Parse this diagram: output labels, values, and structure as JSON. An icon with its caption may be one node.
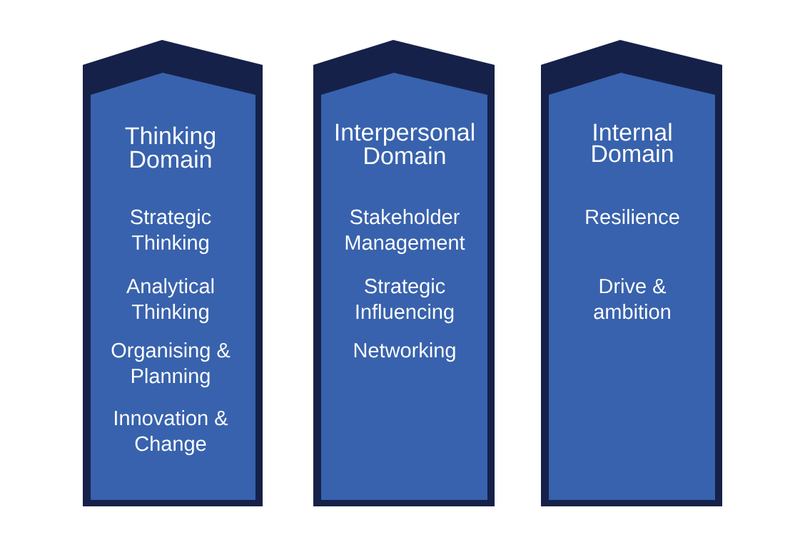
{
  "diagram": {
    "nodes": [
      {
        "text": [
          "Thinking Domain",
          "Strategic Thinking",
          "Analytical Thinking",
          "Organising & Planning",
          "Innovation & Change"
        ]
      },
      {
        "text": [
          "Interpersonal Domain",
          "Stakeholder Management",
          "Strategic Influencing",
          "Networking"
        ]
      },
      {
        "text": [
          "Internal Domain",
          "Resilience",
          "Drive & ambition"
        ]
      }
    ]
  }
}
